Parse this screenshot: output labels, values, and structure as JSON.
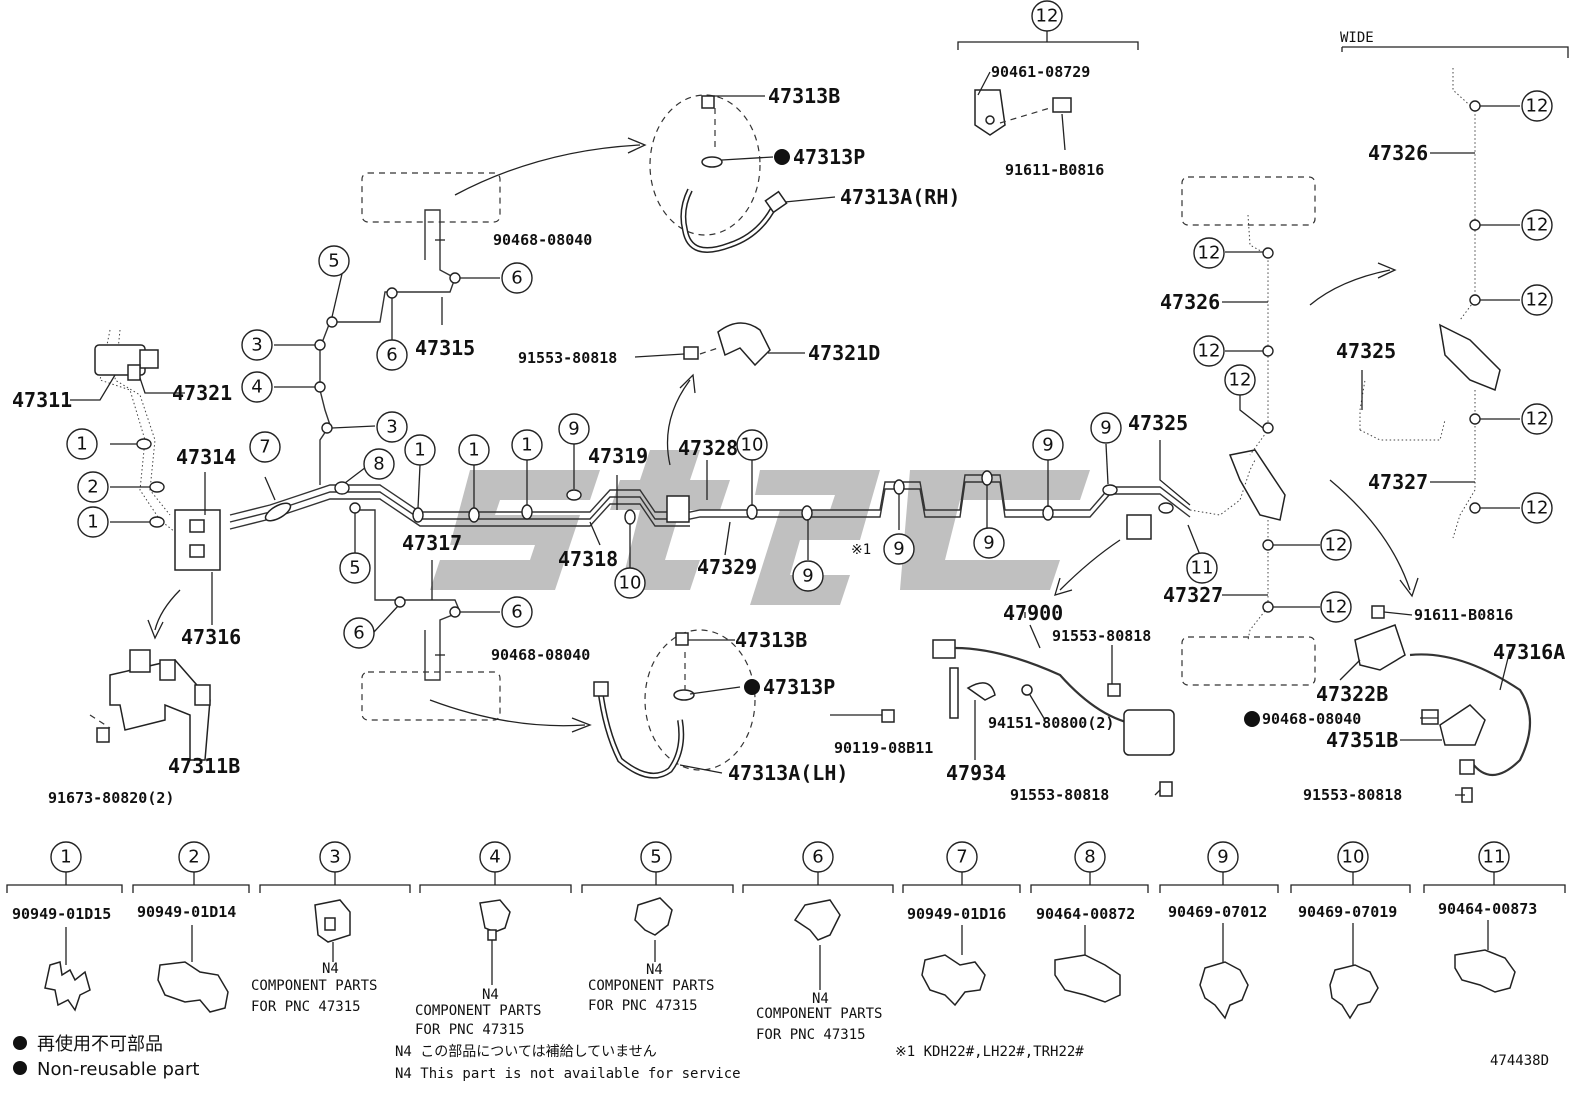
{
  "header": {
    "wide_label": "WIDE"
  },
  "part_labels": {
    "p47311": "47311",
    "p47321": "47321",
    "p47314": "47314",
    "p47316": "47316",
    "p47311B": "47311B",
    "p91673": "91673-80820(2)",
    "p47315": "47315",
    "p90468_top": "90468-08040",
    "p47313B_top": "47313B",
    "p47313P_top": "47313P",
    "p47313A_rh": "47313A(RH)",
    "p91553_mid": "91553-80818",
    "p47321D": "47321D",
    "p47319": "47319",
    "p47318": "47318",
    "p47317": "47317",
    "p47328": "47328",
    "p47329": "47329",
    "p90468_bot": "90468-08040",
    "p47313B_bot": "47313B",
    "p47313P_bot": "47313P",
    "p47313A_lh": "47313A(LH)",
    "p47325_mid": "47325",
    "p90461": "90461-08729",
    "p91611_top": "91611-B0816",
    "p47326_mid": "47326",
    "p47327_mid": "47327",
    "p47326_wide": "47326",
    "p47325_wide": "47325",
    "p47327_wide": "47327",
    "p47900": "47900",
    "p91553_a": "91553-80818",
    "p90119": "90119-08B11",
    "p94151": "94151-80800(2)",
    "p47934": "47934",
    "p91553_b": "91553-80818",
    "p91611_r": "91611-B0816",
    "p47316A": "47316A",
    "p47322B": "47322B",
    "p90468_r": "90468-08040",
    "p47351B": "47351B",
    "p91553_r": "91553-80818",
    "star_note": "※1"
  },
  "callouts": [
    "1",
    "2",
    "3",
    "4",
    "5",
    "6",
    "7",
    "8",
    "9",
    "10",
    "11",
    "12"
  ],
  "legend": [
    {
      "num": "1",
      "part": "90949-01D15"
    },
    {
      "num": "2",
      "part": "90949-01D14"
    },
    {
      "num": "3",
      "part": "",
      "note1": "N4",
      "note2": "COMPONENT PARTS",
      "note3": "FOR PNC 47315"
    },
    {
      "num": "4",
      "part": "",
      "note1": "N4",
      "note2": "COMPONENT PARTS",
      "note3": "FOR PNC 47315"
    },
    {
      "num": "5",
      "part": "",
      "note1": "N4",
      "note2": "COMPONENT PARTS",
      "note3": "FOR PNC 47315"
    },
    {
      "num": "6",
      "part": "",
      "note1": "N4",
      "note2": "COMPONENT PARTS",
      "note3": "FOR PNC 47315"
    },
    {
      "num": "7",
      "part": "90949-01D16"
    },
    {
      "num": "8",
      "part": "90464-00872"
    },
    {
      "num": "9",
      "part": "90469-07012"
    },
    {
      "num": "10",
      "part": "90469-07019"
    },
    {
      "num": "11",
      "part": "90464-00873"
    }
  ],
  "footnotes": {
    "nonreusable_jp": "再使用不可部品",
    "nonreusable_en": "Non-reusable part",
    "n4_jp": "N4 この部品については補給していません",
    "n4_en": "N4 This part is not available for service",
    "model_note": "※1 KDH22#,LH22#,TRH22#",
    "diagram_id": "474438D"
  }
}
